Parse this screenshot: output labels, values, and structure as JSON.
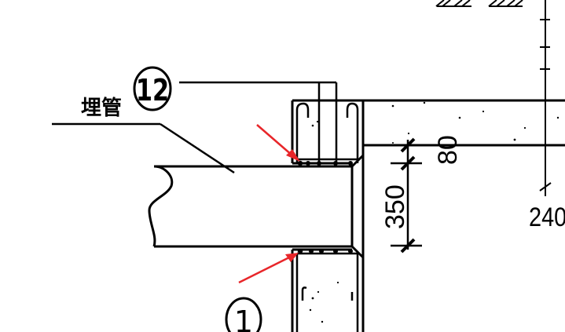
{
  "labels": {
    "embedded_pipe": "埋管",
    "callout_12": "12",
    "callout_1": "1",
    "dim_80": "80",
    "dim_350": "350",
    "dim_240_partial": "240"
  },
  "colors": {
    "line": "#000000",
    "arrow": "#e8262a",
    "background": "#ffffff"
  }
}
